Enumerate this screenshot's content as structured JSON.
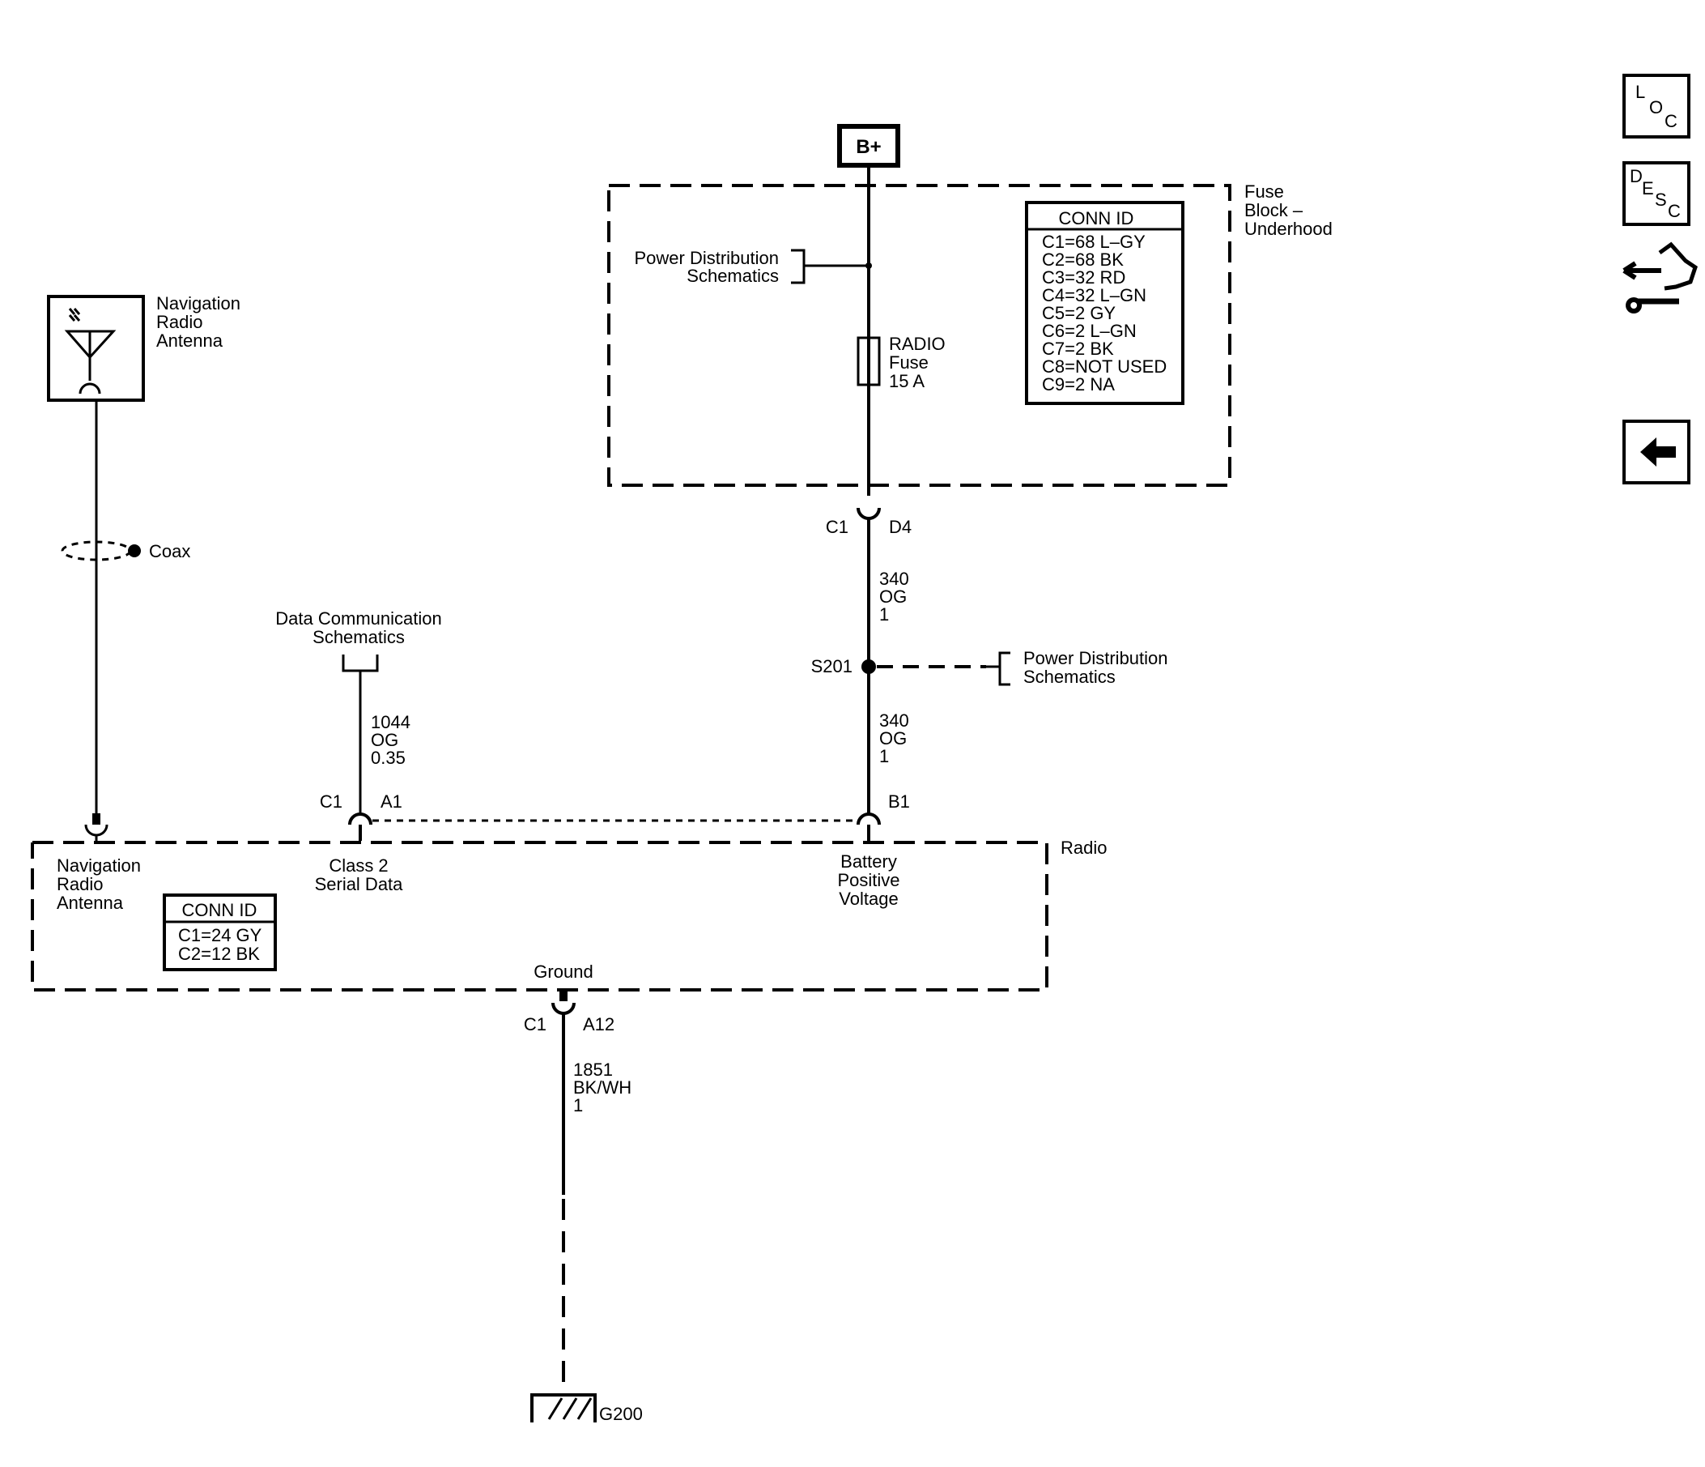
{
  "power_source": {
    "label": "B+"
  },
  "fuse_block": {
    "name_lines": [
      "Fuse",
      "Block –",
      "Underhood"
    ],
    "power_dist_ref": [
      "Power Distribution",
      "Schematics"
    ],
    "fuse": {
      "name": "RADIO",
      "type": "Fuse",
      "rating": "15 A"
    },
    "conn_id": {
      "header": "CONN ID",
      "entries": [
        "C1=68 L–GY",
        "C2=68 BK",
        "C3=32 RD",
        "C4=32 L–GN",
        "C5=2 GY",
        "C6=2 L–GN",
        "C7=2 BK",
        "C8=NOT USED",
        "C9=2 NA"
      ]
    },
    "output_connector": {
      "conn": "C1",
      "pin": "D4"
    }
  },
  "battery_feed": {
    "wire_upper": [
      "340",
      "OG",
      "1"
    ],
    "splice": "S201",
    "splice_ref": [
      "Power Distribution",
      "Schematics"
    ],
    "wire_lower": [
      "340",
      "OG",
      "1"
    ],
    "radio_pin": "B1"
  },
  "antenna": {
    "name_lines": [
      "Navigation",
      "Radio",
      "Antenna"
    ],
    "coax_label": "Coax"
  },
  "data_comm": {
    "ref_lines": [
      "Data Communication",
      "Schematics"
    ],
    "wire": [
      "1044",
      "OG",
      "0.35"
    ],
    "conn": "C1",
    "pin": "A1"
  },
  "radio": {
    "name": "Radio",
    "terminals": {
      "antenna": [
        "Navigation",
        "Radio",
        "Antenna"
      ],
      "serial": [
        "Class 2",
        "Serial Data"
      ],
      "battery": [
        "Battery",
        "Positive",
        "Voltage"
      ],
      "ground": "Ground"
    },
    "conn_id": {
      "header": "CONN ID",
      "entries": [
        "C1=24 GY",
        "C2=12 BK"
      ]
    }
  },
  "ground_circuit": {
    "conn": "C1",
    "pin": "A12",
    "wire": [
      "1851",
      "BK/WH",
      "1"
    ],
    "ground_point": "G200"
  },
  "nav_buttons": {
    "loc": [
      "L",
      "O",
      "C"
    ],
    "desc": [
      "D",
      "E",
      "S",
      "C"
    ]
  }
}
